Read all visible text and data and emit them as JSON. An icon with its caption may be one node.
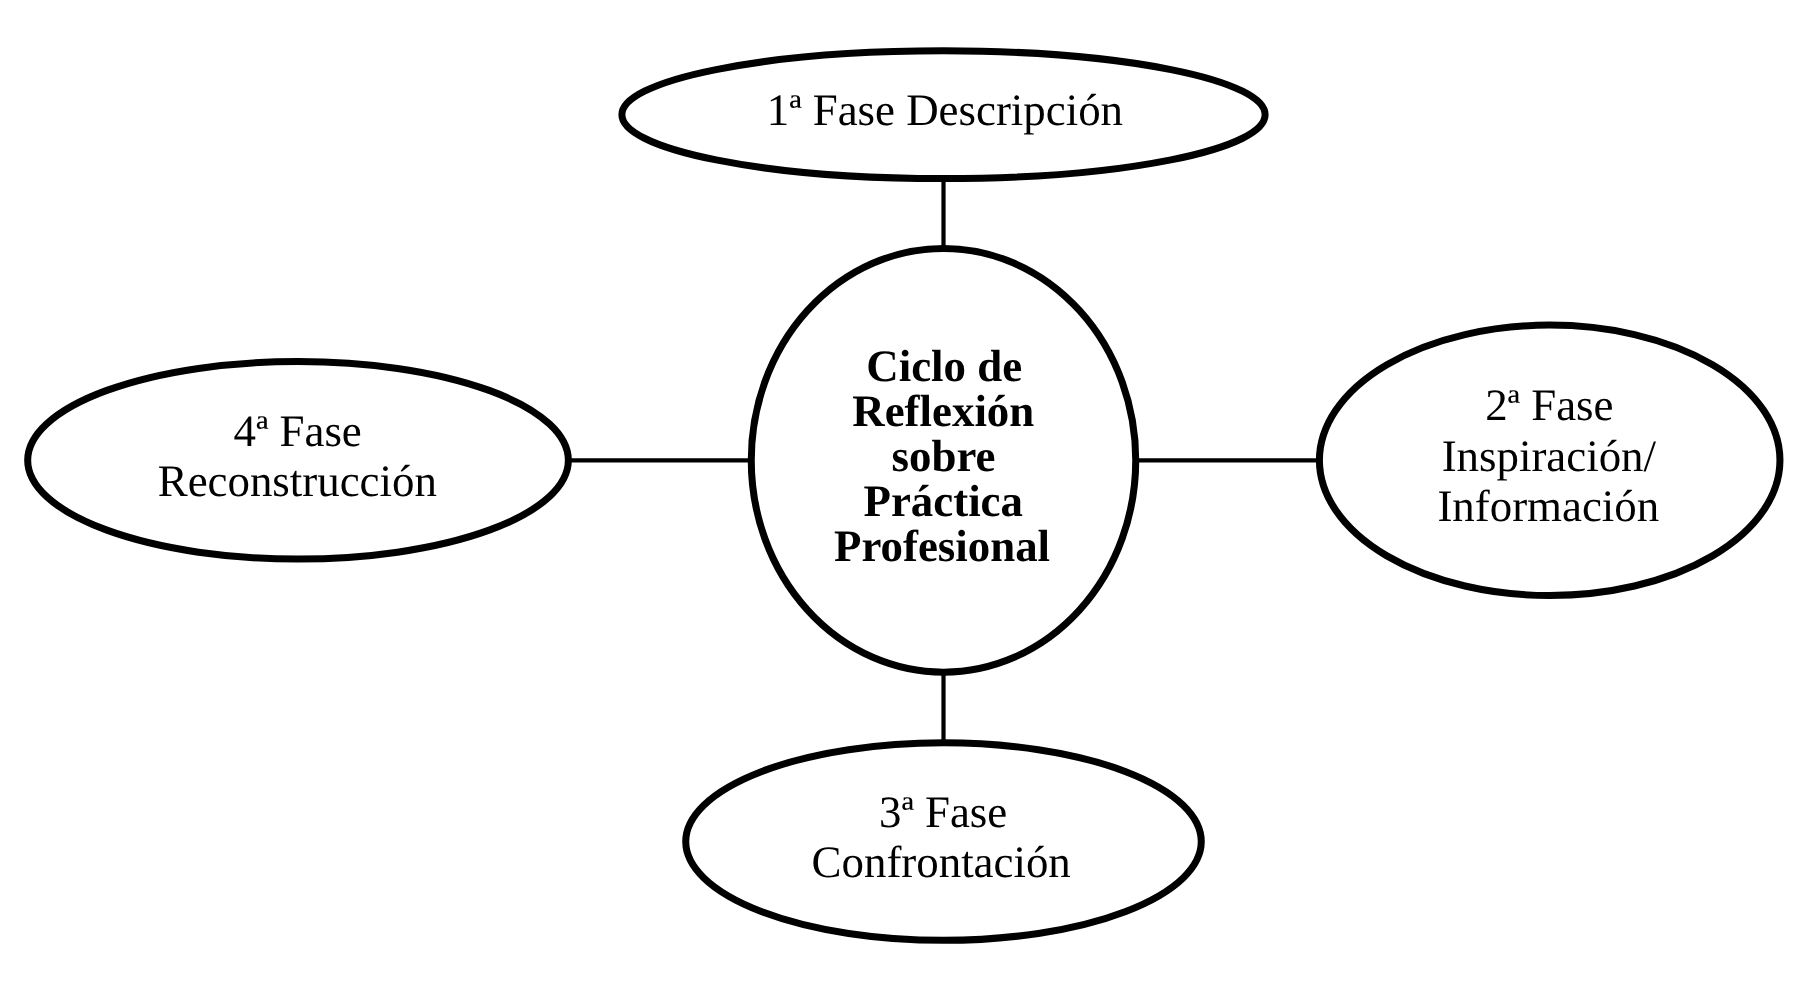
{
  "diagram": {
    "nodes": [
      {
        "text": [
          "1ª Fase Descripción"
        ]
      },
      {
        "text": [
          "4ª Fase Reconstrucción"
        ]
      },
      {
        "text": [
          "Ciclo de Reflexión sobre Práctica Profesional"
        ]
      },
      {
        "text": [
          "2ª Fase Inspiración/ Información"
        ]
      },
      {
        "text": [
          "3ª Fase Confrontación"
        ]
      }
    ],
    "edges": [
      {
        "from": 0,
        "to": 2,
        "arrow": "none"
      },
      {
        "from": 1,
        "to": 2,
        "arrow": "none"
      },
      {
        "from": 2,
        "to": 3,
        "arrow": "none"
      },
      {
        "from": 2,
        "to": 4,
        "arrow": "none"
      }
    ]
  }
}
